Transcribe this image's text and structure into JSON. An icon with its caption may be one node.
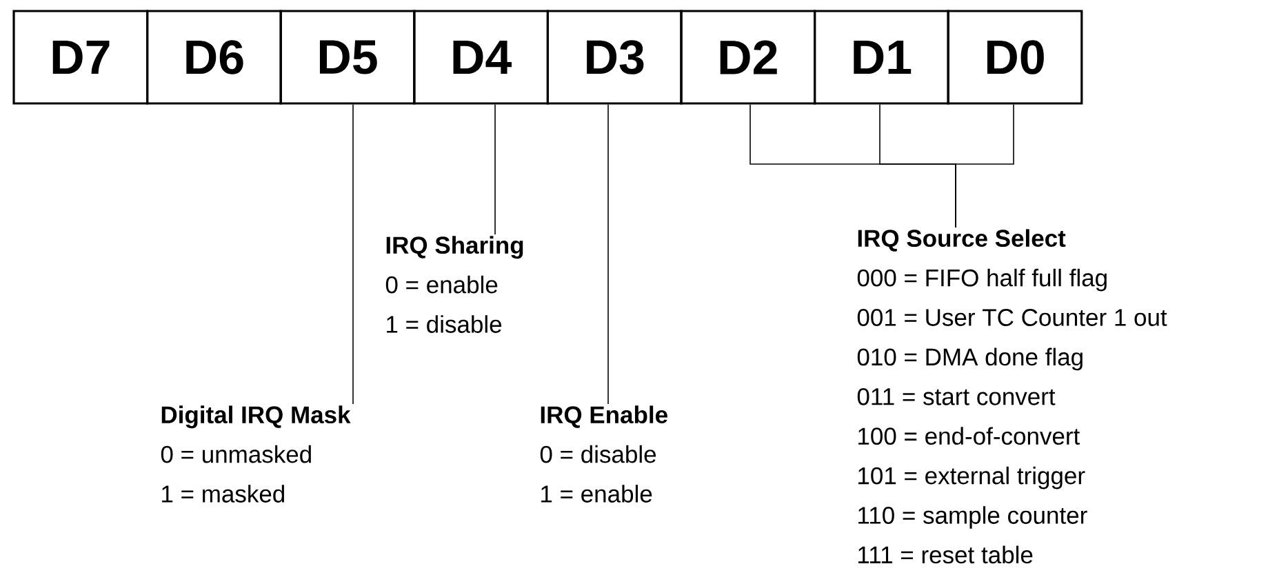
{
  "diagram": {
    "nodes": [
      {
        "text": [
          "D7"
        ]
      },
      {
        "text": [
          "D6"
        ]
      },
      {
        "text": [
          "D5"
        ]
      },
      {
        "text": [
          "D4"
        ]
      },
      {
        "text": [
          "D3"
        ]
      },
      {
        "text": [
          "D2"
        ]
      },
      {
        "text": [
          "D1"
        ]
      },
      {
        "text": [
          "D0"
        ]
      },
      {
        "text": [
          "IRQ Sharing",
          "0 = enable",
          "1 = disable"
        ]
      },
      {
        "text": [
          "IRQ Source Select",
          "000 = FIFO half full flag",
          "001 = User TC Counter 1 out",
          "010 = DMA done flag",
          "011 = start convert",
          "100 = end-of-convert",
          "101 = external trigger",
          "110 = sample counter",
          "111 = reset table"
        ]
      },
      {
        "text": [
          "Digital IRQ Mask",
          "0 = unmasked",
          "1 = masked"
        ]
      },
      {
        "text": [
          "IRQ Enable",
          "0 = disable",
          "1 = enable"
        ]
      }
    ],
    "edges": [
      {
        "from": 2,
        "to": 10,
        "arrow": "none"
      },
      {
        "from": 3,
        "to": 8,
        "arrow": "none"
      },
      {
        "from": 4,
        "to": 11,
        "arrow": "none"
      },
      {
        "from": 5,
        "to": 9,
        "arrow": "none"
      },
      {
        "from": 6,
        "to": 9,
        "arrow": "none"
      },
      {
        "from": 7,
        "to": 9,
        "arrow": "none"
      }
    ]
  }
}
